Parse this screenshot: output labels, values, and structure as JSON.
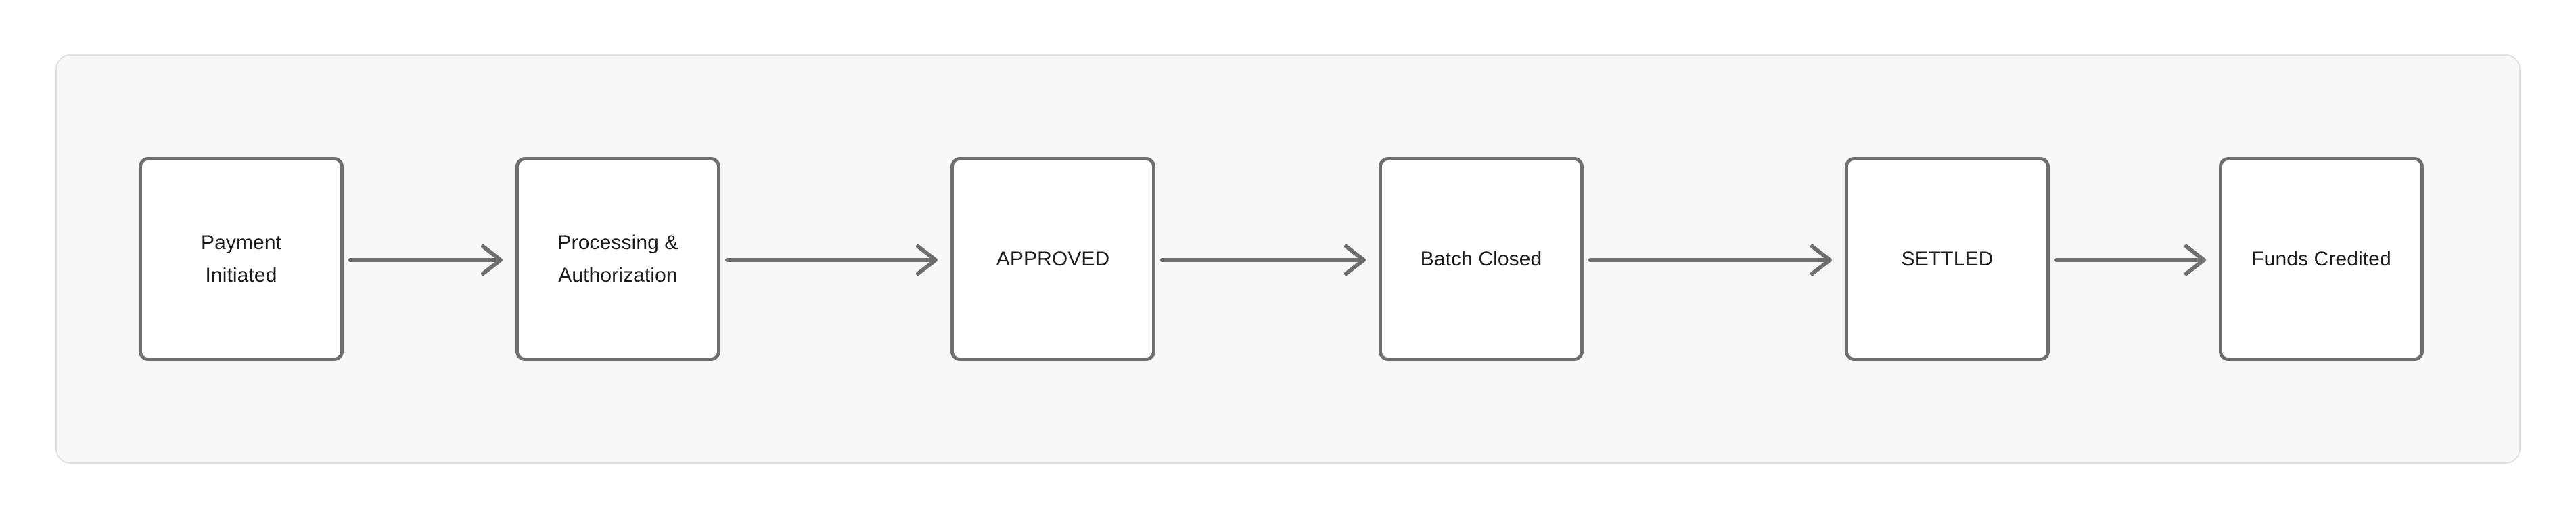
{
  "diagram": {
    "type": "flowchart",
    "orientation": "horizontal",
    "title": "",
    "panel": {
      "background_color": "#f7f7f7",
      "border_color": "#e0e0e0"
    },
    "node_style": {
      "fill_color": "#ffffff",
      "border_color": "#6e6e6e",
      "text_color": "#1c1c1c"
    },
    "edge_style": {
      "line_color": "#6e6e6e",
      "arrowhead": "chevron"
    },
    "nodes": [
      {
        "id": "payment-initiated",
        "label": "Payment\nInitiated"
      },
      {
        "id": "processing-authorization",
        "label": "Processing &\nAuthorization"
      },
      {
        "id": "approved",
        "label": "APPROVED"
      },
      {
        "id": "batch-closed",
        "label": "Batch Closed"
      },
      {
        "id": "settled",
        "label": "SETTLED"
      },
      {
        "id": "funds-credited",
        "label": "Funds Credited"
      }
    ],
    "edges": [
      {
        "from": "payment-initiated",
        "to": "processing-authorization",
        "label": ""
      },
      {
        "from": "processing-authorization",
        "to": "approved",
        "label": ""
      },
      {
        "from": "approved",
        "to": "batch-closed",
        "label": ""
      },
      {
        "from": "batch-closed",
        "to": "settled",
        "label": ""
      },
      {
        "from": "settled",
        "to": "funds-credited",
        "label": ""
      }
    ]
  }
}
